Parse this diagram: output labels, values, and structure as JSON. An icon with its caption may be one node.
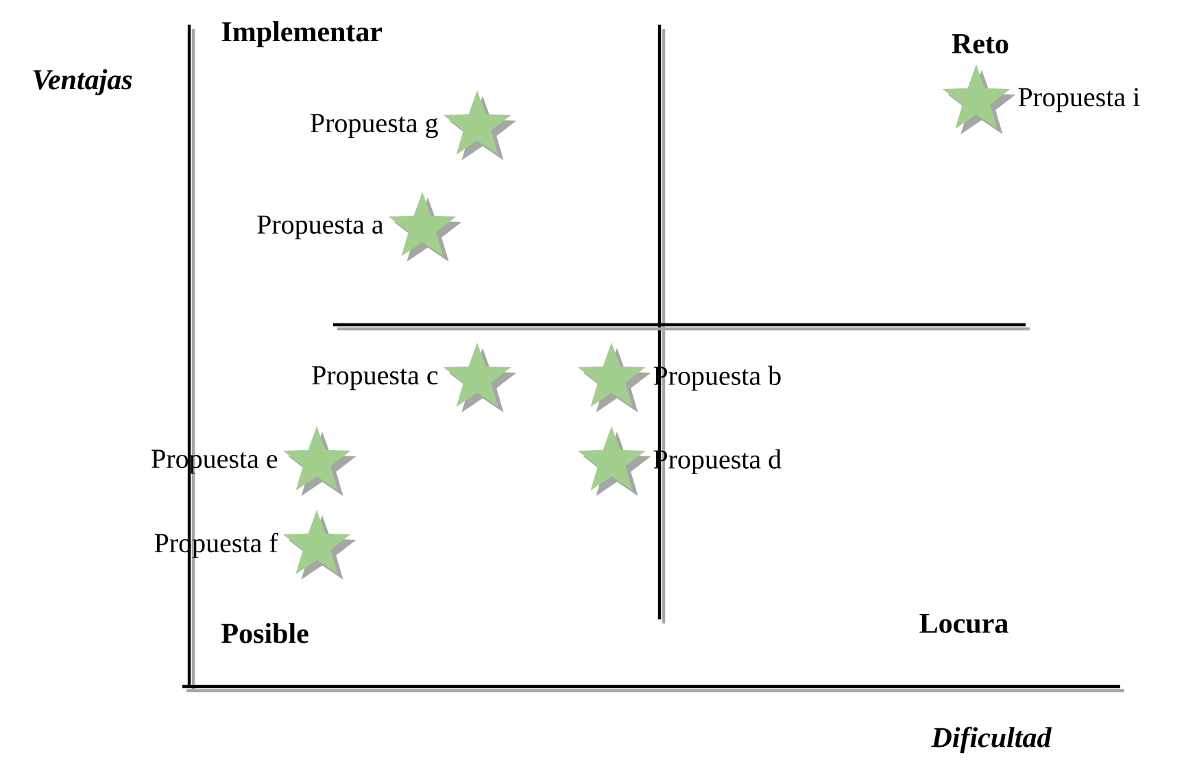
{
  "diagram": {
    "nodes": [
      {
        "text": [],
        "shape": "star",
        "beside": [
          "Propuesta g"
        ]
      },
      {
        "text": [],
        "shape": "star",
        "beside": [
          "Propuesta a"
        ]
      },
      {
        "text": [],
        "shape": "star",
        "beside": [
          "Propuesta i"
        ]
      },
      {
        "text": [],
        "shape": "star",
        "beside": [
          "Propuesta c"
        ]
      },
      {
        "text": [],
        "shape": "star",
        "beside": [
          "Propuesta b"
        ]
      },
      {
        "text": [],
        "shape": "star",
        "beside": [
          "Propuesta e"
        ]
      },
      {
        "text": [],
        "shape": "star",
        "beside": [
          "Propuesta d"
        ]
      },
      {
        "text": [],
        "shape": "star",
        "beside": [
          "Propuesta f"
        ]
      }
    ],
    "labels": [
      "Implementar",
      "Reto",
      "Ventajas",
      "Posible",
      "Locura",
      "Dificultad"
    ]
  }
}
